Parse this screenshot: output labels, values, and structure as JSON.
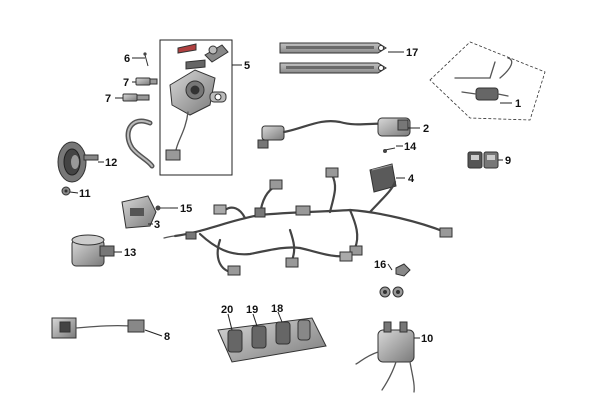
{
  "callouts": {
    "c1": "1",
    "c2": "2",
    "c3": "3",
    "c4": "4",
    "c5": "5",
    "c6": "6",
    "c7a": "7",
    "c7b": "7",
    "c8": "8",
    "c9": "9",
    "c10": "10",
    "c11": "11",
    "c12": "12",
    "c13": "13",
    "c14": "14",
    "c15": "15",
    "c16": "16",
    "c17": "17",
    "c18": "18",
    "c19": "19",
    "c20": "20"
  },
  "colors": {
    "line": "#222222",
    "part_fill": "#9a9a9a",
    "part_dark": "#555555",
    "part_light": "#d4d4d4",
    "strap_fill": "#a8a8a8"
  },
  "icons": [
    "ignition-switch-assembly",
    "wire-harness",
    "horn",
    "relay",
    "coil",
    "strap",
    "regulator",
    "fuse-holder",
    "connector"
  ]
}
